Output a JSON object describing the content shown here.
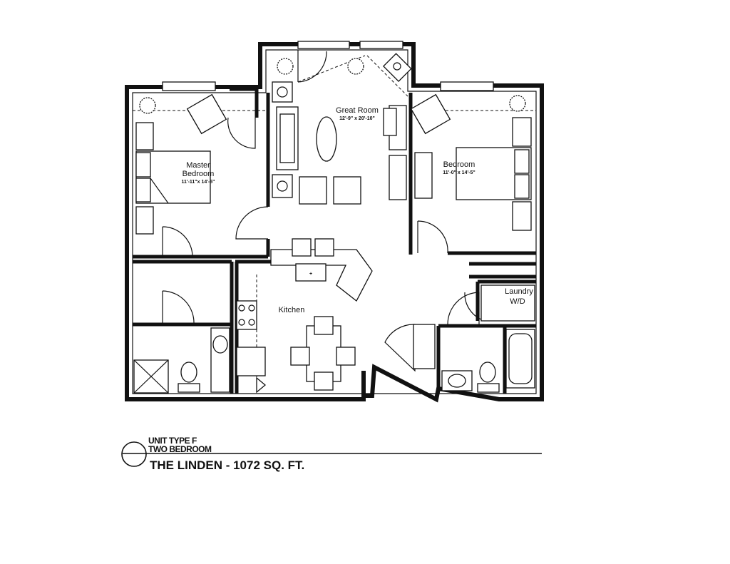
{
  "rooms": {
    "great_room": {
      "name": "Great Room",
      "dims": "12'-9\" x 20'-10\""
    },
    "master_bedroom": {
      "name_line1": "Master",
      "name_line2": "Bedroom",
      "dims": "11'-11\"x 14'-5\""
    },
    "bedroom": {
      "name": "Bedroom",
      "dims": "11'-0\" x 14'-5\""
    },
    "kitchen": {
      "name": "Kitchen"
    },
    "laundry": {
      "name": "Laundry",
      "appliance": "W/D"
    }
  },
  "title_block": {
    "unit_type": "UNIT TYPE F",
    "bedrooms": "TWO BEDROOM",
    "title": "THE LINDEN - 1072 SQ. FT."
  }
}
